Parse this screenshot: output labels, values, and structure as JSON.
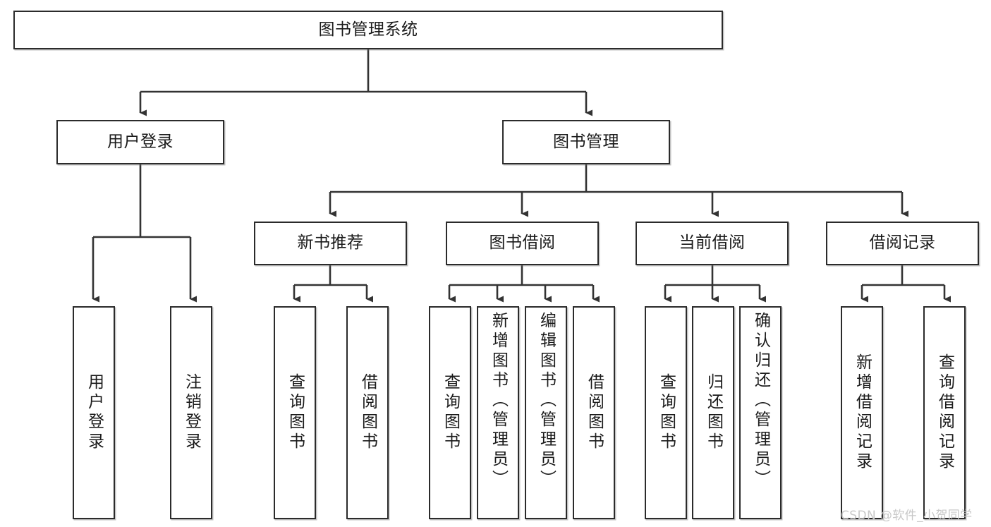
{
  "diagram": {
    "title": "图书管理系统",
    "type": "tree",
    "watermark": "CSDN @软件_小贺同学",
    "colors": {
      "node_border": "#2b2b2b",
      "node_fill": "#ffffff",
      "connector": "#333333",
      "text": "#1b1b1b",
      "watermark": "#c8c8c8",
      "background": "#ffffff"
    },
    "levels": {
      "root": [
        "图书管理系统"
      ],
      "level2": [
        "用户登录",
        "图书管理"
      ],
      "level3": [
        "新书推荐",
        "图书借阅",
        "当前借阅",
        "借阅记录"
      ],
      "leaves": [
        "用户登录",
        "注销登录",
        "查询图书",
        "借阅图书",
        "查询图书",
        "新增图书（管理员）",
        "编辑图书（管理员）",
        "借阅图书",
        "查询图书",
        "归还图书",
        "确认归还（管理员）",
        "新增借阅记录",
        "查询借阅记录"
      ]
    },
    "nodes": {
      "root": {
        "label": "图书管理系统"
      },
      "user_login": {
        "label": "用户登录"
      },
      "book_manage": {
        "label": "图书管理"
      },
      "new_book_rec": {
        "label": "新书推荐"
      },
      "book_borrow": {
        "label": "图书借阅"
      },
      "current_borrow": {
        "label": "当前借阅"
      },
      "borrow_record": {
        "label": "借阅记录"
      },
      "leaf_user_login": {
        "label": "用户登录"
      },
      "leaf_logout": {
        "label": "注销登录"
      },
      "leaf_query_book_1": {
        "label": "查询图书"
      },
      "leaf_borrow_book_1": {
        "label": "借阅图书"
      },
      "leaf_query_book_2": {
        "label": "查询图书"
      },
      "leaf_add_book": {
        "label": "新增图书（管理员）"
      },
      "leaf_edit_book": {
        "label": "编辑图书（管理员）"
      },
      "leaf_borrow_book_2": {
        "label": "借阅图书"
      },
      "leaf_query_book_3": {
        "label": "查询图书"
      },
      "leaf_return_book": {
        "label": "归还图书"
      },
      "leaf_confirm_return": {
        "label": "确认归还（管理员）"
      },
      "leaf_add_record": {
        "label": "新增借阅记录"
      },
      "leaf_query_record": {
        "label": "查询借阅记录"
      }
    }
  }
}
